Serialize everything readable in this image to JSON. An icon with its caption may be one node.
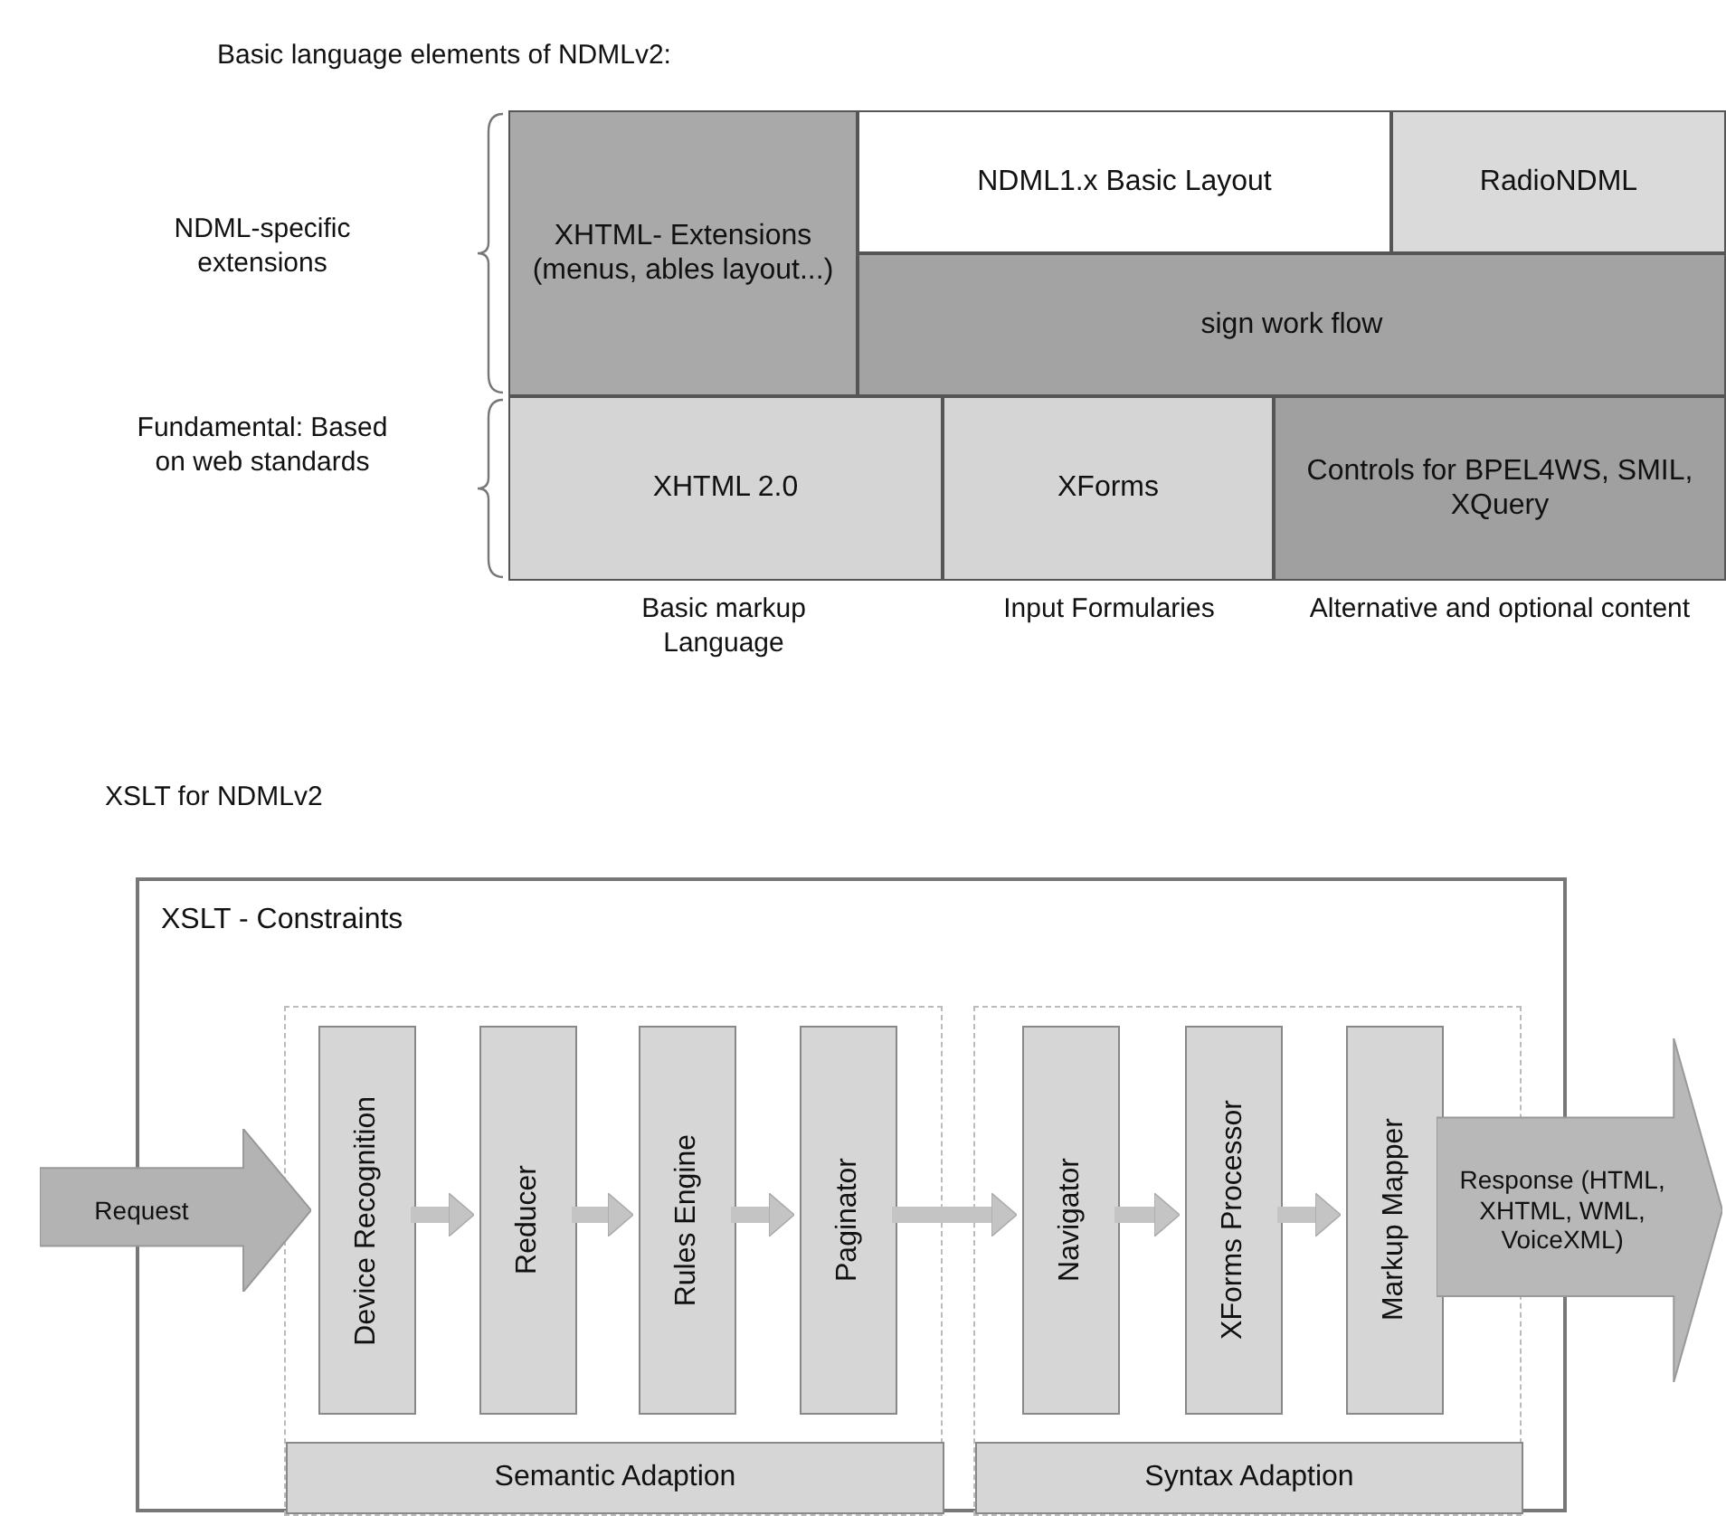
{
  "diagram": {
    "title": "Basic language elements of NDMLv2:",
    "nodes": [
      {
        "text": [
          "XHTML- Extensions (menus, ables layout...)"
        ]
      },
      {
        "text": [
          "NDML1.x Basic Layout"
        ]
      },
      {
        "text": [
          "RadioNDML"
        ]
      },
      {
        "text": [
          "sign work flow"
        ]
      },
      {
        "text": [
          "XHTML 2.0"
        ]
      },
      {
        "text": [
          "XForms"
        ]
      },
      {
        "text": [
          "Controls for BPEL4WS, SMIL, XQuery"
        ]
      },
      {
        "text": [
          "XSLT - Constraints"
        ]
      },
      {
        "text": [],
        "shape": "box",
        "in": 7
      },
      {
        "text": [
          "Device Recognition"
        ],
        "in": 8
      },
      {
        "text": [
          "Reducer"
        ],
        "in": 8
      },
      {
        "text": [
          "Rules Engine"
        ],
        "in": 8
      },
      {
        "text": [
          "Paginator"
        ],
        "in": 8
      },
      {
        "text": [
          "Semantic Adaption"
        ],
        "in": 8
      },
      {
        "text": [],
        "shape": "box",
        "in": 7
      },
      {
        "text": [
          "Navigator"
        ],
        "in": 14
      },
      {
        "text": [
          "XForms Processor"
        ],
        "in": 14
      },
      {
        "text": [
          "Markup Mapper"
        ],
        "in": 14
      },
      {
        "text": [
          "Syntax Adaption"
        ],
        "in": 14
      },
      {
        "text": [
          "Request"
        ]
      },
      {
        "text": [
          "Response (HTML, XHTML, WML, VoiceXML)"
        ]
      }
    ],
    "edges": [
      {
        "from": 9,
        "to": 10,
        "arrow": "to"
      },
      {
        "from": 10,
        "to": 11,
        "arrow": "to"
      },
      {
        "from": 11,
        "to": 12,
        "arrow": "to"
      },
      {
        "from": 12,
        "to": 15,
        "arrow": "to"
      },
      {
        "from": 15,
        "to": 16,
        "arrow": "to"
      },
      {
        "from": 16,
        "to": 17,
        "arrow": "to"
      }
    ],
    "labels": [
      "NDML-specific extensions",
      "Fundamental: Based on web standards",
      "Basic markup Language",
      "Input Formularies",
      "Alternative and optional content",
      "XSLT for NDMLv2"
    ]
  }
}
